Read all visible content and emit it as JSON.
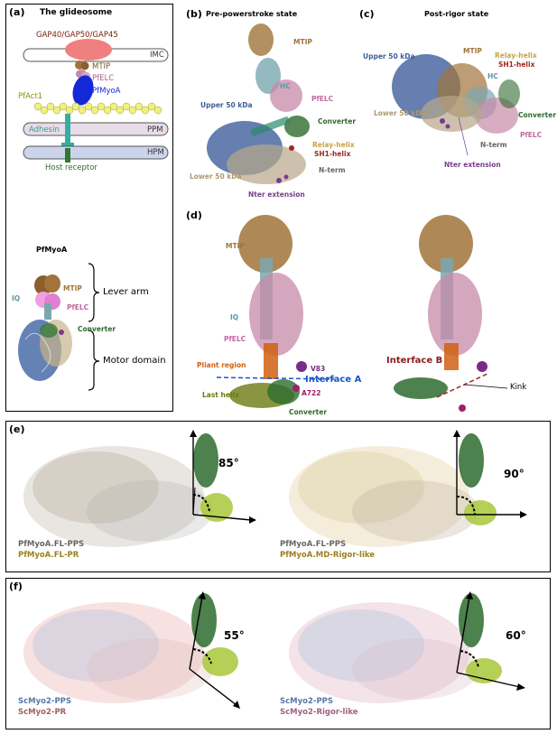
{
  "panels": {
    "a": {
      "label": "(a)",
      "title": "The glideosome",
      "gap": "GAP40/GAP50/GAP45",
      "imc": "IMC",
      "mtip": "MTIP",
      "pfelc": "PfELC",
      "pfact1": "PfAct1",
      "pfmyoa": "PfMyoA",
      "adhesin": "Adhesin",
      "ppm": "PPM",
      "hpm": "HPM",
      "host_receptor": "Host receptor",
      "pfmyoa_title": "PfMyoA",
      "mtip2": "MTIP",
      "iq": "IQ",
      "pfelc2": "PfELC",
      "converter": "Converter",
      "lever_arm": "Lever arm",
      "motor_domain": "Motor domain"
    },
    "b": {
      "label": "(b)",
      "title": "Pre-powerstroke state",
      "mtip": "MTIP",
      "hc": "HC",
      "pfelc": "PfELC",
      "upper50": "Upper 50 kDa",
      "converter": "Converter",
      "relay": "Relay-helix",
      "sh1": "SH1-helix",
      "nterm": "N-term",
      "lower50": "Lower 50 kDa",
      "nter_ext": "Nter extension"
    },
    "c": {
      "label": "(c)",
      "title": "Post-rigor state",
      "upper50": "Upper 50 kDa",
      "mtip": "MTIP",
      "relay": "Relay-helix",
      "sh1": "SH1-helix",
      "hc": "HC",
      "converter": "Converter",
      "lower50": "Lower 50 kDa",
      "nterm": "N-term",
      "pfelc": "PfELC",
      "nter_ext": "Nter extension"
    },
    "d": {
      "label": "(d)",
      "mtip": "MTIP",
      "iq": "IQ",
      "pfelc": "PfELC",
      "pliant": "Pliant region",
      "last_helix": "Last helix",
      "v83": "V83",
      "interface_a": "Interface A",
      "a722": "A722",
      "converter": "Converter",
      "interface_b": "Interface B",
      "kink": "Kink"
    },
    "e": {
      "label": "(e)",
      "angle_left": "85°",
      "angle_right": "90°",
      "left_legend_1": "PfMyoA.FL-PPS",
      "left_legend_2": "PfMyoA.FL-PR",
      "right_legend_1": "PfMyoA.FL-PPS",
      "right_legend_2": "PfMyoA.MD-Rigor-like"
    },
    "f": {
      "label": "(f)",
      "angle_left": "55°",
      "angle_right": "60°",
      "left_legend_1": "ScMyo2-PPS",
      "left_legend_2": "ScMyo2-PR",
      "right_legend_1": "ScMyo2-PPS",
      "right_legend_2": "ScMyo2-Rigor-like"
    }
  },
  "colors": {
    "mtip": "#a0743a",
    "pfelc": "#c78aa8",
    "hc": "#7aa7b0",
    "upper50": "#3d5f9c",
    "lower50": "#b8a78a",
    "converter": "#2e6b2e",
    "relay": "#c8a34a",
    "sh1": "#a0281e",
    "nter_ext": "#7a3c8a",
    "pfmyoa": "#1428d8",
    "gap": "#f08080",
    "actin": "#f0f080",
    "adhesin": "#30b0a0",
    "pliant": "#d06010",
    "last_helix": "#6b7a10",
    "interface": "#1a55c8",
    "interface_b": "#8a1a1a",
    "lime": "#a8c838"
  }
}
